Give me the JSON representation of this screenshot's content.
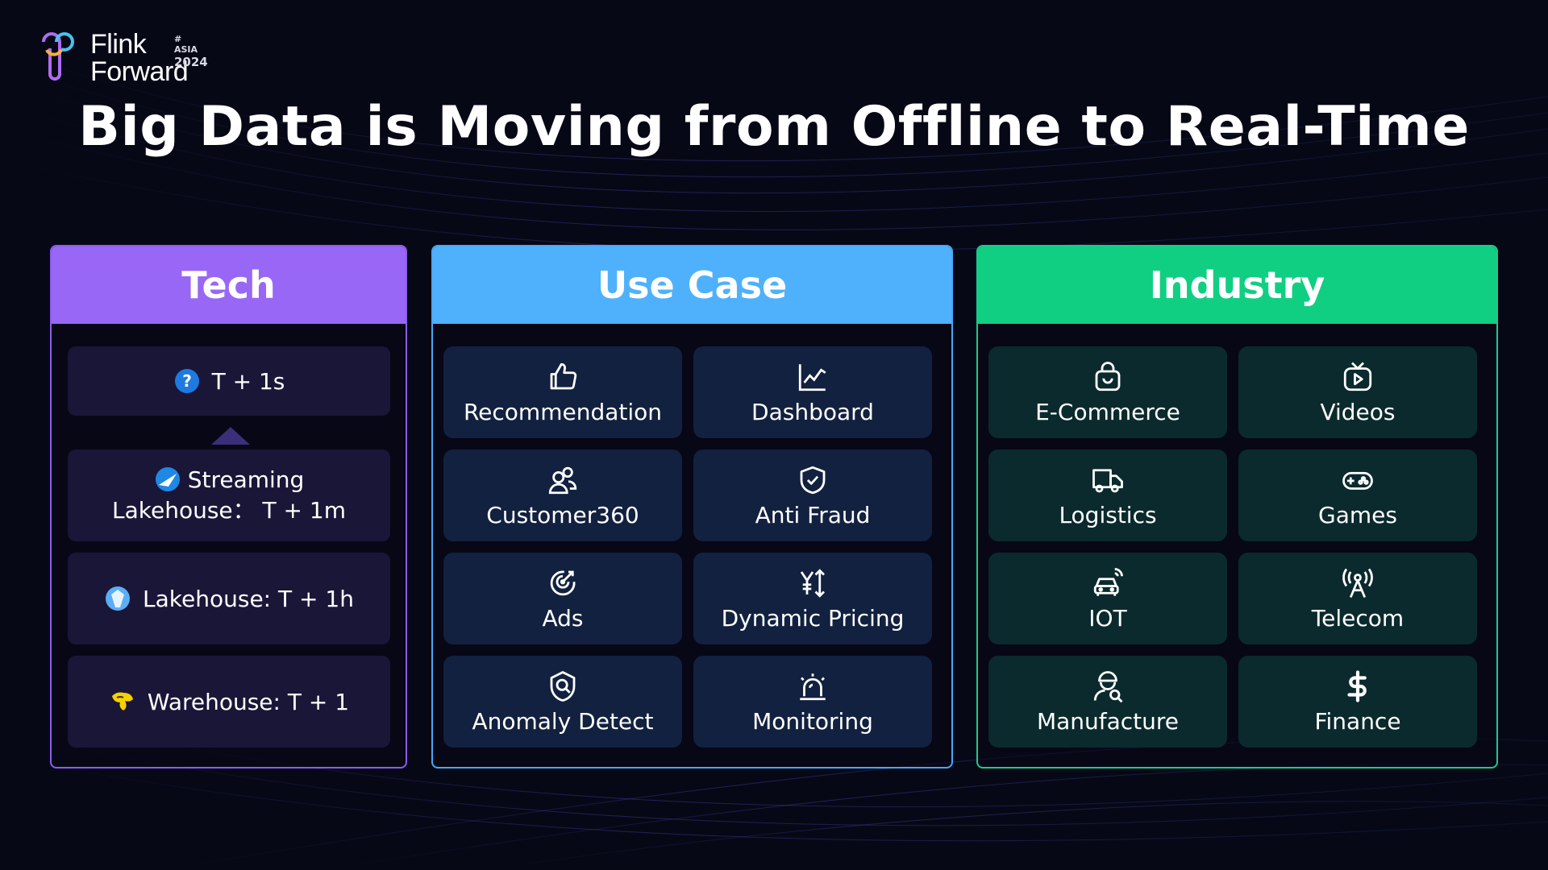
{
  "logo": {
    "line1": "Flink",
    "line2": "Forward",
    "badge_top": "# ASIA",
    "badge_year": "2024"
  },
  "title": "Big Data is Moving from Offline to Real-Time",
  "tech": {
    "heading": "Tech",
    "items": [
      {
        "label": "T + 1s",
        "icon": "flink-question-icon"
      },
      {
        "label": "Streaming\nLakehouse： T + 1m",
        "icon": "paimon-icon"
      },
      {
        "label": "Lakehouse: T + 1h",
        "icon": "iceberg-icon"
      },
      {
        "label": "Warehouse: T + 1",
        "icon": "hive-icon"
      }
    ]
  },
  "use_case": {
    "heading": "Use Case",
    "items": [
      {
        "label": "Recommendation",
        "icon": "thumbs-up-icon"
      },
      {
        "label": "Dashboard",
        "icon": "line-chart-icon"
      },
      {
        "label": "Customer360",
        "icon": "users-icon"
      },
      {
        "label": "Anti Fraud",
        "icon": "shield-check-icon"
      },
      {
        "label": "Ads",
        "icon": "target-icon"
      },
      {
        "label": "Dynamic Pricing",
        "icon": "yen-arrows-icon"
      },
      {
        "label": "Anomaly Detect",
        "icon": "shield-search-icon"
      },
      {
        "label": "Monitoring",
        "icon": "alarm-siren-icon"
      }
    ]
  },
  "industry": {
    "heading": "Industry",
    "items": [
      {
        "label": "E-Commerce",
        "icon": "shopping-bag-icon"
      },
      {
        "label": "Videos",
        "icon": "tv-play-icon"
      },
      {
        "label": "Logistics",
        "icon": "truck-icon"
      },
      {
        "label": "Games",
        "icon": "gamepad-icon"
      },
      {
        "label": "IOT",
        "icon": "connected-car-icon"
      },
      {
        "label": "Telecom",
        "icon": "antenna-icon"
      },
      {
        "label": "Manufacture",
        "icon": "worker-icon"
      },
      {
        "label": "Finance",
        "icon": "dollar-icon"
      }
    ]
  },
  "colors": {
    "tech": "#9967f5",
    "use_case": "#4fb1fb",
    "industry": "#10cf82",
    "background": "#070816"
  }
}
